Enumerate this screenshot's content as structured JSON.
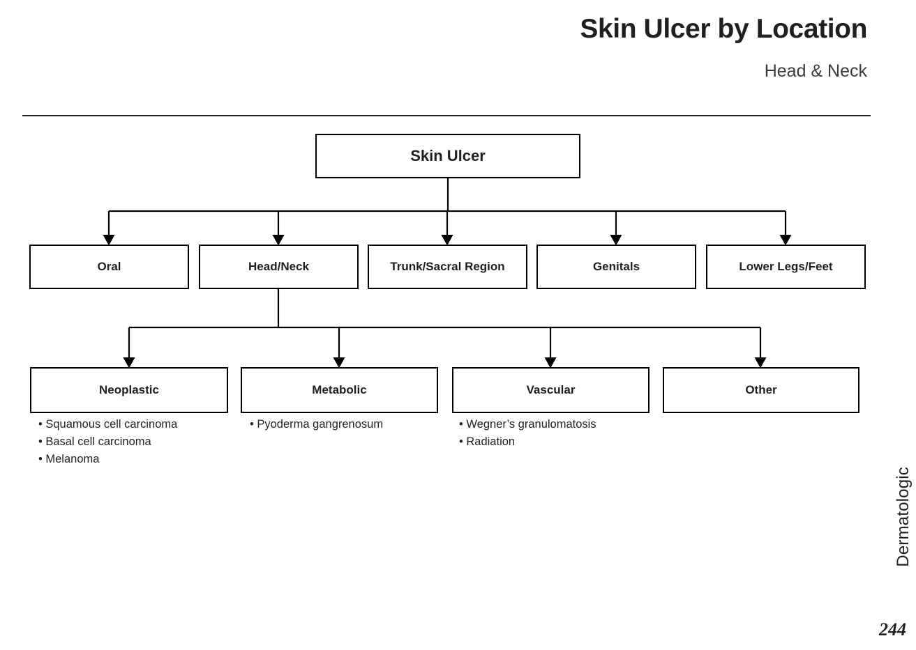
{
  "header": {
    "title": "Skin Ulcer by Location",
    "subtitle": "Head & Neck"
  },
  "diagram": {
    "root": {
      "label": "Skin Ulcer"
    },
    "level2": [
      {
        "label": "Oral"
      },
      {
        "label": "Head/Neck"
      },
      {
        "label": "Trunk/Sacral Region"
      },
      {
        "label": "Genitals"
      },
      {
        "label": "Lower Legs/Feet"
      }
    ],
    "level3": [
      {
        "label": "Neoplastic",
        "bullets": [
          "Squamous cell carcinoma",
          "Basal cell carcinoma",
          "Melanoma"
        ]
      },
      {
        "label": "Metabolic",
        "bullets": [
          "Pyoderma gangrenosum"
        ]
      },
      {
        "label": "Vascular",
        "bullets": [
          "Wegner’s granulomatosis",
          "Radiation"
        ]
      },
      {
        "label": "Other",
        "bullets": []
      }
    ]
  },
  "footer": {
    "section_label": "Dermatologic",
    "page_number": "244"
  },
  "colors": {
    "text": "#231f20",
    "line": "#000000",
    "background": "#ffffff"
  }
}
